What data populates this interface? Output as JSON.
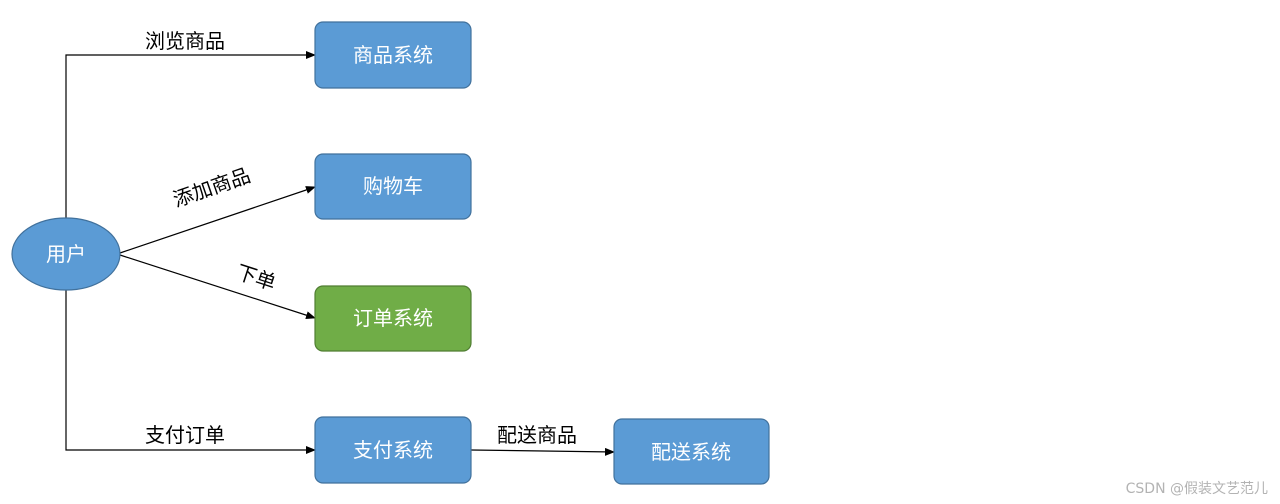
{
  "nodes": {
    "user": {
      "label": "用户"
    },
    "product_system": {
      "label": "商品系统"
    },
    "cart": {
      "label": "购物车"
    },
    "order_system": {
      "label": "订单系统"
    },
    "payment_system": {
      "label": "支付系统"
    },
    "delivery_system": {
      "label": "配送系统"
    }
  },
  "edges": {
    "browse": "浏览商品",
    "add_product": "添加商品",
    "place_order": "下单",
    "pay_order": "支付订单",
    "deliver_goods": "配送商品"
  },
  "colors": {
    "node_blue": "#5b9bd5",
    "node_green": "#70ad47",
    "node_border": "#41719c",
    "order_border": "#507e32"
  },
  "watermark": "CSDN @假装文艺范儿"
}
